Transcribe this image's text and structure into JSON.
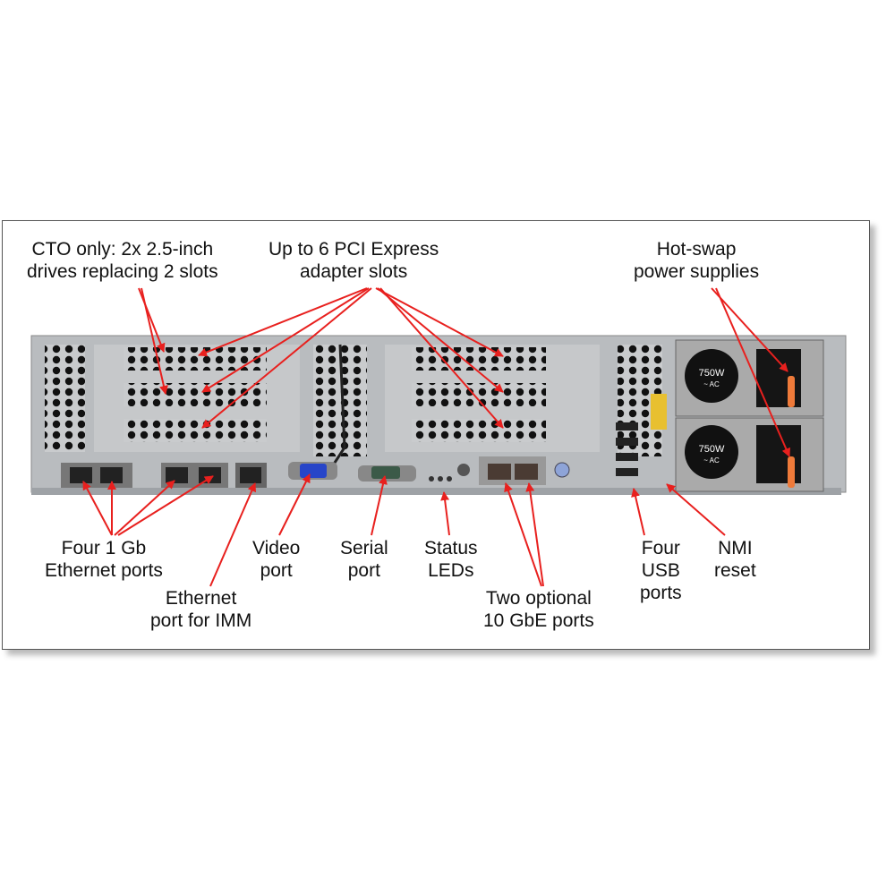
{
  "labels": {
    "cto": [
      "CTO only: 2x 2.5-inch",
      "drives replacing 2 slots"
    ],
    "pci": [
      "Up to 6 PCI Express",
      "adapter slots"
    ],
    "psu": [
      "Hot-swap",
      "power supplies"
    ],
    "eth1gb": [
      "Four 1 Gb",
      "Ethernet ports"
    ],
    "imm": [
      "Ethernet",
      "port for IMM"
    ],
    "video": [
      "Video",
      "port"
    ],
    "serial": [
      "Serial",
      "port"
    ],
    "status": [
      "Status",
      "LEDs"
    ],
    "tengbe": [
      "Two optional",
      "10 GbE ports"
    ],
    "usb": [
      "Four",
      "USB",
      "ports"
    ],
    "nmi": [
      "NMI",
      "reset"
    ]
  },
  "psu_rating": [
    "750W",
    "~ AC"
  ],
  "colors": {
    "arrow": "#e8201e",
    "chassis": "#b9bcbf",
    "frame_border": "#555555"
  }
}
